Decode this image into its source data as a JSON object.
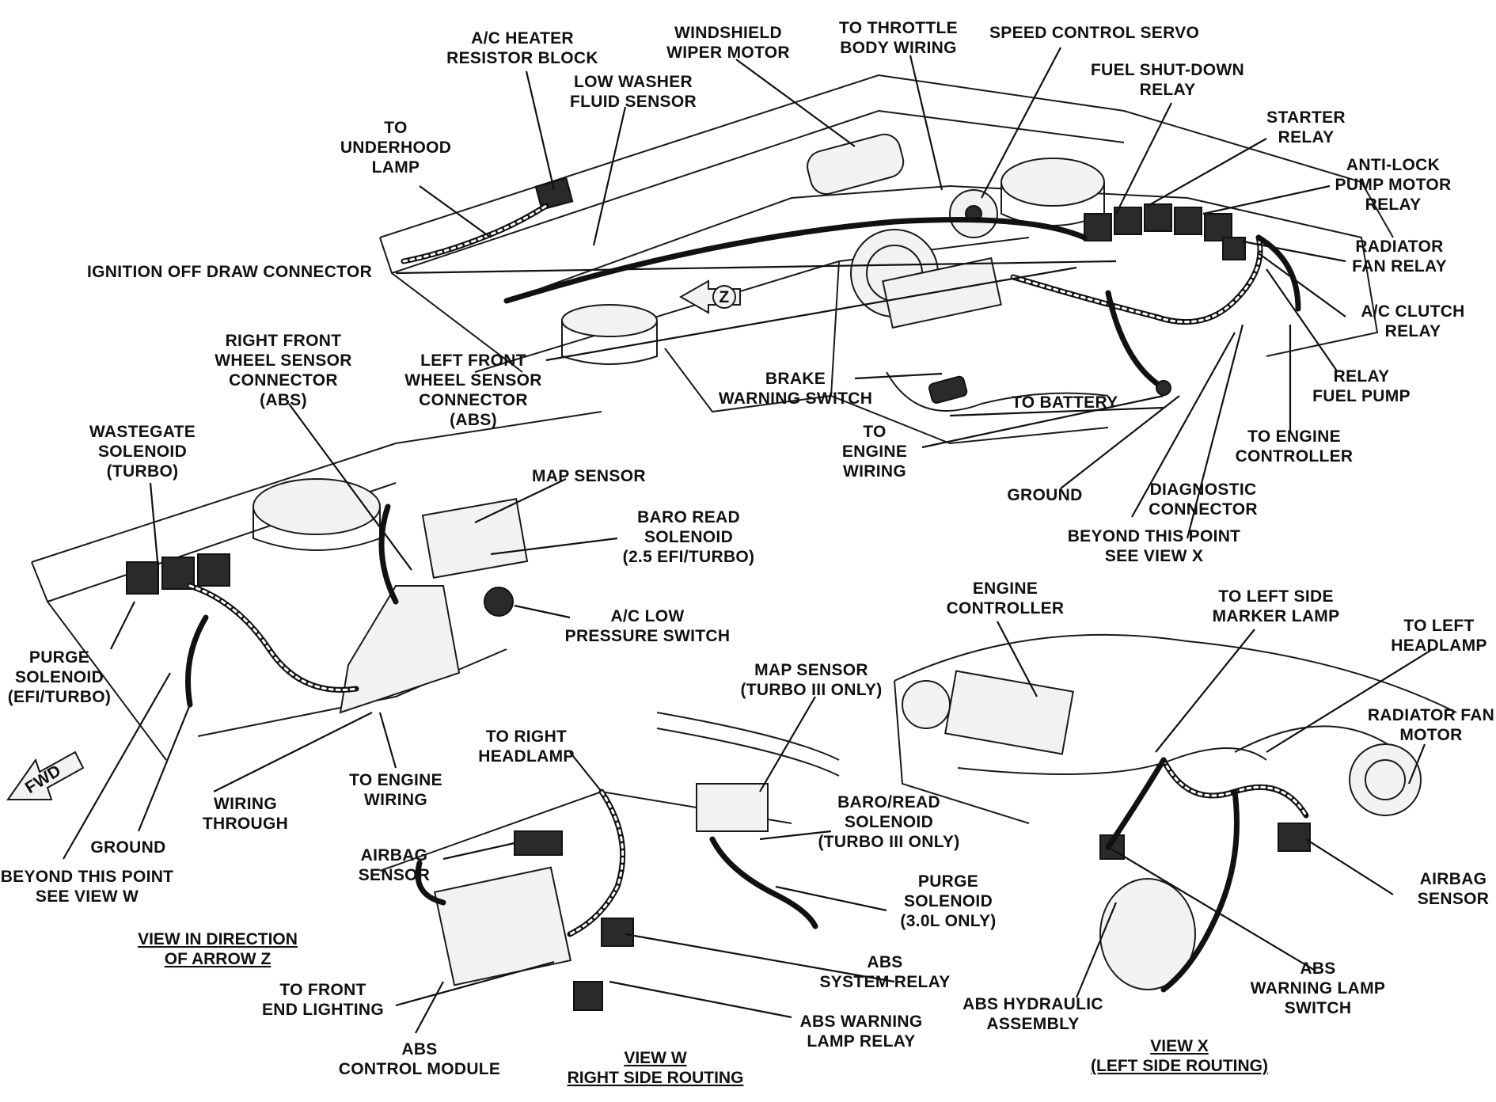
{
  "views": {
    "main": {
      "title": "VIEW IN DIRECTION OF ARROW Z",
      "title_lines": [
        "VIEW IN DIRECTION",
        "OF ARROW Z"
      ]
    },
    "w": {
      "title_lines": [
        "VIEW W",
        "RIGHT SIDE ROUTING"
      ]
    },
    "x": {
      "title_lines": [
        "VIEW X",
        "(LEFT SIDE ROUTING)"
      ]
    }
  },
  "arrow_z_label": "Z",
  "fwd_label": "FWD",
  "labels": {
    "ac_heater_resistor_block": [
      "A/C HEATER",
      "RESISTOR BLOCK"
    ],
    "windshield_wiper_motor": [
      "WINDSHIELD",
      "WIPER MOTOR"
    ],
    "to_throttle_body_wiring": [
      "TO THROTTLE",
      "BODY WIRING"
    ],
    "speed_control_servo": [
      "SPEED CONTROL SERVO"
    ],
    "fuel_shutdown_relay": [
      "FUEL SHUT-DOWN",
      "RELAY"
    ],
    "starter_relay": [
      "STARTER",
      "RELAY"
    ],
    "antilock_pump_motor_relay": [
      "ANTI-LOCK",
      "PUMP MOTOR",
      "RELAY"
    ],
    "radiator_fan_relay": [
      "RADIATOR",
      "FAN RELAY"
    ],
    "ac_clutch_relay": [
      "A/C CLUTCH",
      "RELAY"
    ],
    "relay_fuel_pump": [
      "RELAY",
      "FUEL PUMP"
    ],
    "to_engine_controller": [
      "TO ENGINE",
      "CONTROLLER"
    ],
    "low_washer_fluid_sensor": [
      "LOW WASHER",
      "FLUID SENSOR"
    ],
    "to_underhood_lamp": [
      "TO",
      "UNDERHOOD",
      "LAMP"
    ],
    "ignition_off_draw_connector": [
      "IGNITION OFF DRAW CONNECTOR"
    ],
    "right_front_wheel_sensor": [
      "RIGHT FRONT",
      "WHEEL SENSOR",
      "CONNECTOR",
      "(ABS)"
    ],
    "left_front_wheel_sensor": [
      "LEFT FRONT",
      "WHEEL SENSOR",
      "CONNECTOR",
      "(ABS)"
    ],
    "brake_warning_switch": [
      "BRAKE",
      "WARNING SWITCH"
    ],
    "to_battery": [
      "TO BATTERY"
    ],
    "to_engine_wiring_top": [
      "TO",
      "ENGINE",
      "WIRING"
    ],
    "ground_top": [
      "GROUND"
    ],
    "diagnostic_connector": [
      "DIAGNOSTIC",
      "CONNECTOR"
    ],
    "beyond_see_view_x": [
      "BEYOND THIS POINT",
      "SEE VIEW X"
    ],
    "wastegate_solenoid": [
      "WASTEGATE",
      "SOLENOID",
      "(TURBO)"
    ],
    "map_sensor": [
      "MAP SENSOR"
    ],
    "baro_read_solenoid": [
      "BARO READ",
      "SOLENOID",
      "(2.5 EFI/TURBO)"
    ],
    "ac_low_pressure_switch": [
      "A/C LOW",
      "PRESSURE SWITCH"
    ],
    "purge_solenoid": [
      "PURGE",
      "SOLENOID",
      "(EFI/TURBO)"
    ],
    "fwd_ground": [
      "GROUND"
    ],
    "beyond_see_view_w": [
      "BEYOND THIS POINT",
      "SEE VIEW W"
    ],
    "wiring_through": [
      "WIRING",
      "THROUGH"
    ],
    "to_engine_wiring_left": [
      "TO ENGINE",
      "WIRING"
    ],
    "map_sensor_turbo3": [
      "MAP SENSOR",
      "(TURBO III ONLY)"
    ],
    "to_right_headlamp": [
      "TO RIGHT",
      "HEADLAMP"
    ],
    "baro_read_solenoid_turbo3": [
      "BARO/READ",
      "SOLENOID",
      "(TURBO III ONLY)"
    ],
    "airbag_sensor_w": [
      "AIRBAG",
      "SENSOR"
    ],
    "purge_solenoid_30": [
      "PURGE",
      "SOLENOID",
      "(3.0L ONLY)"
    ],
    "abs_system_relay": [
      "ABS",
      "SYSTEM RELAY"
    ],
    "to_front_end_lighting": [
      "TO FRONT",
      "END LIGHTING"
    ],
    "abs_warning_lamp_relay": [
      "ABS WARNING",
      "LAMP RELAY"
    ],
    "abs_control_module": [
      "ABS",
      "CONTROL MODULE"
    ],
    "engine_controller": [
      "ENGINE",
      "CONTROLLER"
    ],
    "to_left_side_marker_lamp": [
      "TO LEFT SIDE",
      "MARKER LAMP"
    ],
    "to_left_headlamp": [
      "TO LEFT",
      "HEADLAMP"
    ],
    "radiator_fan_motor": [
      "RADIATOR FAN",
      "MOTOR"
    ],
    "airbag_sensor_x": [
      "AIRBAG",
      "SENSOR"
    ],
    "abs_warning_lamp_switch": [
      "ABS",
      "WARNING LAMP",
      "SWITCH"
    ],
    "abs_hydraulic_assembly": [
      "ABS HYDRAULIC",
      "ASSEMBLY"
    ]
  }
}
